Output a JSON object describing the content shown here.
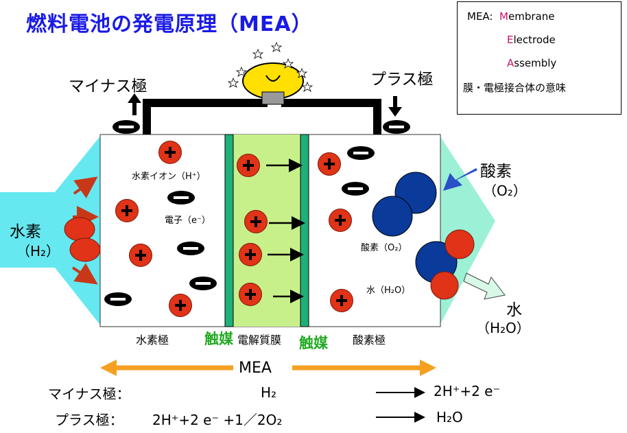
{
  "title": "燃料電池の発電原理（MEA）",
  "legend": {
    "line1_prefix": "MEA:",
    "line1_letter": "M",
    "line1_rest": "embrane",
    "line2_letter": "E",
    "line2_rest": "lectrode",
    "line3_letter": "A",
    "line3_rest": "ssembly",
    "line4": "膜・電極接合体の意味"
  },
  "terminals": {
    "minus": "マイナス極",
    "plus": "プラス極"
  },
  "inputs": {
    "hydrogen": "水素",
    "hydrogen_formula": "（H₂）",
    "oxygen": "酸素",
    "oxygen_formula": "（O₂）",
    "water": "水",
    "water_formula": "（H₂O）"
  },
  "inner": {
    "h_ion": "水素イオン（H⁺）",
    "electron": "電子（e⁻）",
    "oxygen": "酸素（O₂）",
    "water": "水（H₂O）"
  },
  "bottom_labels": {
    "hydrogen_electrode": "水素極",
    "catalyst": "触媒",
    "electrolyte": "電解質膜",
    "oxygen_electrode": "酸素極"
  },
  "mea_label": "MEA",
  "equations": [
    {
      "label": "マイナス極：",
      "left": "H₂",
      "right": "2H⁺+2 e⁻"
    },
    {
      "label": "プラス極：",
      "left": "2H⁺+2 e⁻ +1／2O₂",
      "right": "H₂O"
    }
  ],
  "colors": {
    "title": "#1a1ae6",
    "membrane": "#c8f08a",
    "catalyst_strip": "#1fb07a",
    "h_ion": "#e03318",
    "oxygen": "#0a3a9a",
    "hydrogen_flow": "#66e8f0",
    "mea_arrow": "#f5a020",
    "legend_accent": "#cc1166"
  }
}
